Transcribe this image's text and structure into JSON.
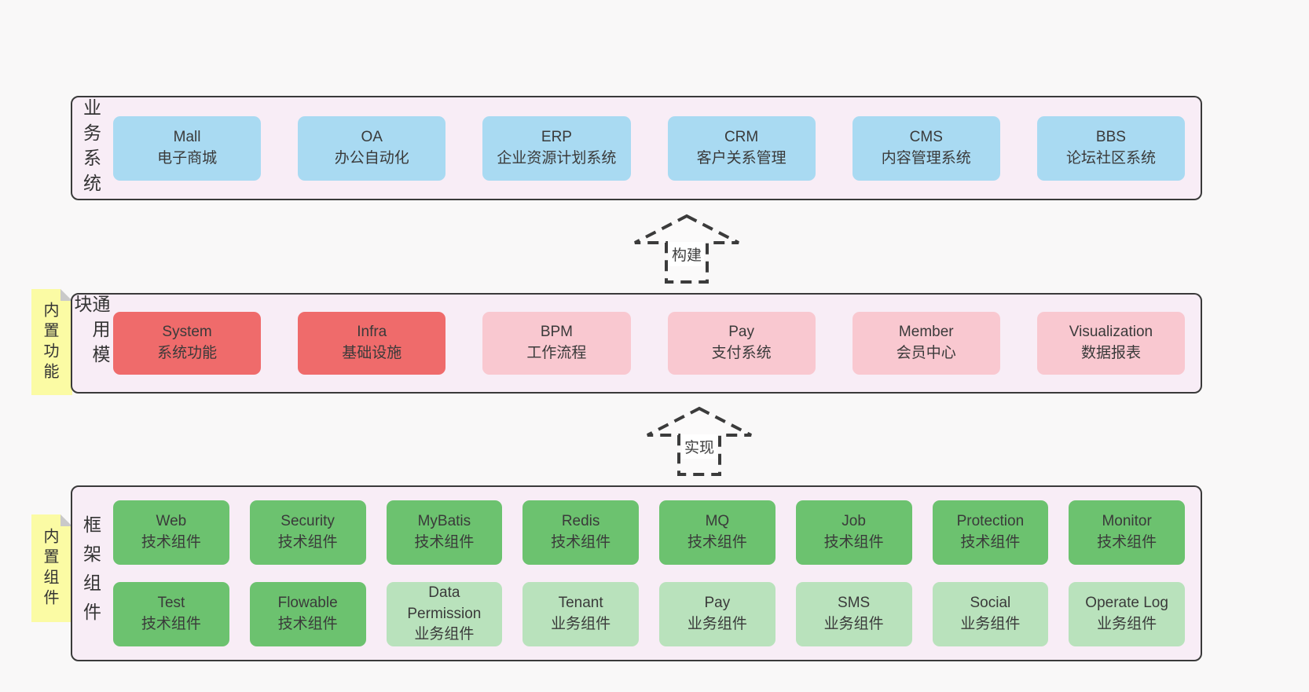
{
  "colors": {
    "page_bg": "#f9f8f8",
    "section_bg": "#f8edf6",
    "section_border": "#3a3a3a",
    "blue_box": "#a9daf2",
    "red_box": "#ef6b6b",
    "pink_box": "#f9c8d0",
    "green_box": "#6cc26f",
    "lightgreen_box": "#b9e2bc",
    "note_yellow": "#fbfba4",
    "note_fold": "#c9c9c9",
    "text": "#3a3a3a"
  },
  "arrows": {
    "build": "构建",
    "implement": "实现"
  },
  "business": {
    "title": "业务系统",
    "boxes": [
      {
        "name": "Mall",
        "desc": "电子商城",
        "variant": "blue"
      },
      {
        "name": "OA",
        "desc": "办公自动化",
        "variant": "blue"
      },
      {
        "name": "ERP",
        "desc": "企业资源计划系统",
        "variant": "blue"
      },
      {
        "name": "CRM",
        "desc": "客户关系管理",
        "variant": "blue"
      },
      {
        "name": "CMS",
        "desc": "内容管理系统",
        "variant": "blue"
      },
      {
        "name": "BBS",
        "desc": "论坛社区系统",
        "variant": "blue"
      }
    ]
  },
  "modules": {
    "title": "通用模块",
    "note": "内置功能",
    "boxes": [
      {
        "name": "System",
        "desc": "系统功能",
        "variant": "red"
      },
      {
        "name": "Infra",
        "desc": "基础设施",
        "variant": "red"
      },
      {
        "name": "BPM",
        "desc": "工作流程",
        "variant": "pink"
      },
      {
        "name": "Pay",
        "desc": "支付系统",
        "variant": "pink"
      },
      {
        "name": "Member",
        "desc": "会员中心",
        "variant": "pink"
      },
      {
        "name": "Visualization",
        "desc": "数据报表",
        "variant": "pink"
      }
    ]
  },
  "framework": {
    "title": "框架组件",
    "note": "内置组件",
    "row1": [
      {
        "name": "Web",
        "desc": "技术组件",
        "variant": "green"
      },
      {
        "name": "Security",
        "desc": "技术组件",
        "variant": "green"
      },
      {
        "name": "MyBatis",
        "desc": "技术组件",
        "variant": "green"
      },
      {
        "name": "Redis",
        "desc": "技术组件",
        "variant": "green"
      },
      {
        "name": "MQ",
        "desc": "技术组件",
        "variant": "green"
      },
      {
        "name": "Job",
        "desc": "技术组件",
        "variant": "green"
      },
      {
        "name": "Protection",
        "desc": "技术组件",
        "variant": "green"
      },
      {
        "name": "Monitor",
        "desc": "技术组件",
        "variant": "green"
      }
    ],
    "row2": [
      {
        "name": "Test",
        "desc": "技术组件",
        "variant": "green"
      },
      {
        "name": "Flowable",
        "desc": "技术组件",
        "variant": "green"
      },
      {
        "name": "Data Permission",
        "desc": "业务组件",
        "variant": "lightgreen"
      },
      {
        "name": "Tenant",
        "desc": "业务组件",
        "variant": "lightgreen"
      },
      {
        "name": "Pay",
        "desc": "业务组件",
        "variant": "lightgreen"
      },
      {
        "name": "SMS",
        "desc": "业务组件",
        "variant": "lightgreen"
      },
      {
        "name": "Social",
        "desc": "业务组件",
        "variant": "lightgreen"
      },
      {
        "name": "Operate Log",
        "desc": "业务组件",
        "variant": "lightgreen"
      }
    ]
  }
}
